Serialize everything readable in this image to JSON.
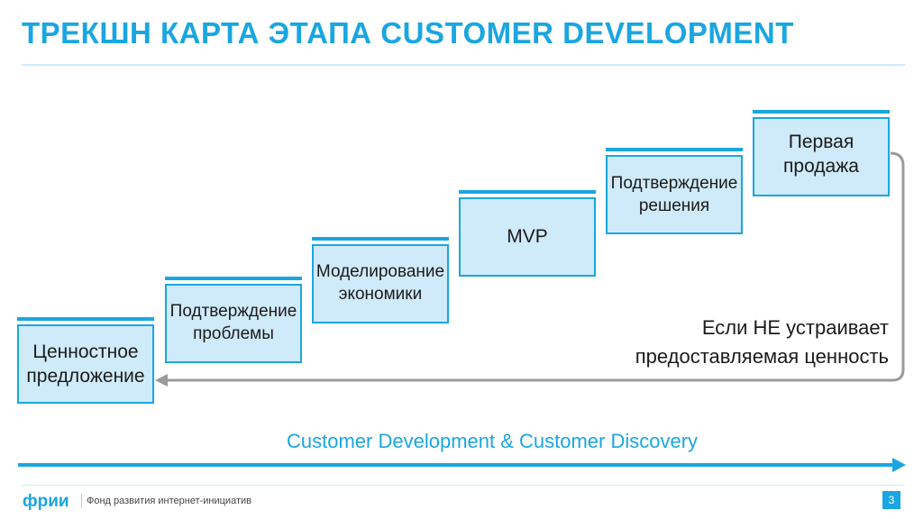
{
  "title": "ТРЕКШН КАРТА ЭТАПА CUSTOMER DEVELOPMENT",
  "steps": [
    {
      "line1": "Ценностное",
      "line2": "предложение"
    },
    {
      "line1": "Подтверждение",
      "line2": "проблемы"
    },
    {
      "line1": "Моделирование",
      "line2": "экономики"
    },
    {
      "line1": "MVP",
      "line2": ""
    },
    {
      "line1": "Подтверждение",
      "line2": "решения"
    },
    {
      "line1": "Первая",
      "line2": "продажа"
    }
  ],
  "loop_note": {
    "line1": "Если НЕ устраивает",
    "line2": "предоставляемая ценность"
  },
  "timeline_label": "Customer Development & Customer Discovery",
  "footer": {
    "logo": "фрии",
    "text": "Фонд развития интернет-инициатив",
    "page": "3"
  },
  "colors": {
    "accent": "#1aa6e0",
    "box_fill": "#cfeaf8",
    "loop_arrow": "#9a9a9a"
  }
}
